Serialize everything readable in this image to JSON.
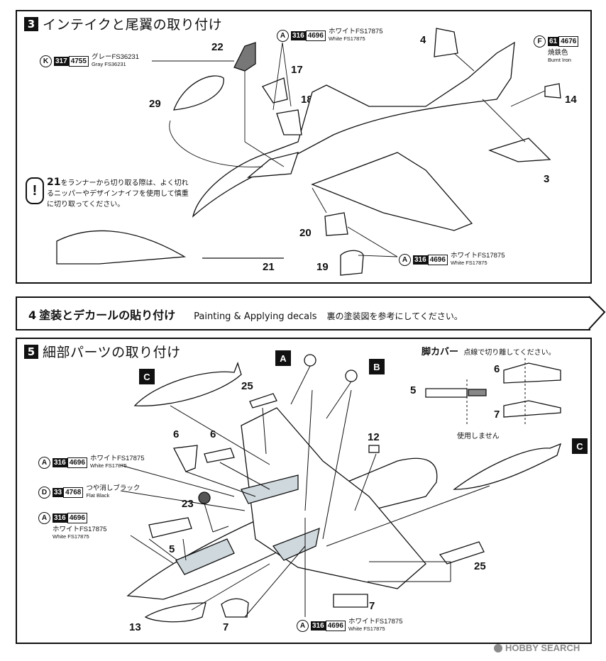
{
  "step3": {
    "num": "3",
    "title": "インテイクと尾翼の取り付け",
    "color_gray": {
      "code_letter": "K",
      "code1": "317",
      "code2": "4755",
      "name_jp": "グレーFS36231",
      "name_en": "Gray FS36231"
    },
    "color_white": {
      "code_letter": "A",
      "code1": "316",
      "code2": "4696",
      "name_jp": "ホワイトFS17875",
      "name_en": "White FS17875"
    },
    "color_burnt": {
      "code_letter": "F",
      "code1": "61",
      "code2": "4676",
      "name_jp": "焼鉄色",
      "name_en": "Burnt Iron"
    },
    "color_white2": {
      "code_letter": "A",
      "code1": "316",
      "code2": "4696",
      "name_jp": "ホワイトFS17875",
      "name_en": "White FS17875"
    },
    "parts": [
      "22",
      "29",
      "17",
      "18",
      "4",
      "14",
      "3",
      "20",
      "19",
      "21"
    ],
    "caution_part": "21",
    "caution_text": "をランナーから切り取る際は、よく切れるニッパーやデザインナイフを使用して慎重に切り取ってください。"
  },
  "step4": {
    "num": "4",
    "title": "塗装とデカールの貼り付け",
    "title_en": "Painting & Applying decals",
    "note": "裏の塗装図を参考にしてください。"
  },
  "step5": {
    "num": "5",
    "title": "細部パーツの取り付け",
    "leg_bar_title": "脚カバー",
    "leg_bar_note": "点線で切り離してください。",
    "not_used": "使用しません",
    "markers": [
      "A",
      "B",
      "C",
      "C"
    ],
    "parts": [
      "25",
      "6",
      "6",
      "5",
      "6",
      "7",
      "12",
      "23",
      "5",
      "25",
      "13",
      "7",
      "7"
    ],
    "color_white_a": {
      "code_letter": "A",
      "code1": "316",
      "code2": "4696",
      "name_jp": "ホワイトFS17875",
      "name_en": "White FS17875"
    },
    "color_flat_black": {
      "code_letter": "D",
      "code1": "33",
      "code2": "4768",
      "name_jp": "つや消しブラック",
      "name_en": "Flat Black"
    },
    "color_white_b": {
      "code_letter": "A",
      "code1": "316",
      "code2": "4696",
      "name_jp": "ホワイトFS17875",
      "name_en": "White FS17875"
    },
    "color_white_c": {
      "code_letter": "A",
      "code1": "316",
      "code2": "4696",
      "name_jp": "ホワイトFS17875",
      "name_en": "White FS17875"
    }
  },
  "watermark": "HOBBY SEARCH"
}
